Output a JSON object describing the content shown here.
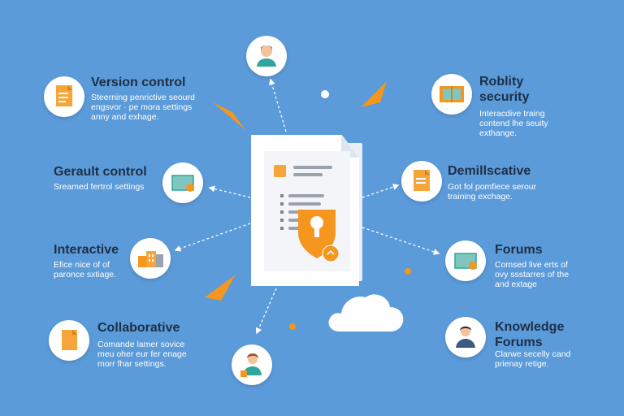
{
  "colors": {
    "background": "#5b9bd9",
    "accent": "#f5961e",
    "title": "#1e2f46",
    "text": "#ffffff",
    "node": "#ffffff"
  },
  "left": [
    {
      "icon": "document-icon",
      "title": "Version control",
      "body": "Steerning penrictive seourd\nengsvor · pe mora settings\nanny and exhage."
    },
    {
      "icon": "screen-icon",
      "title": "Gerault control",
      "body": "Sreamed fertrol settings"
    },
    {
      "icon": "building-icon",
      "title": "Interactive",
      "body": "Efice nice of of\nparonce sxtiage."
    },
    {
      "icon": "document-icon",
      "title": "Collaborative",
      "body": "Comande lamer sovice\nmeu oher eur fer enage\nmorr fhar settings."
    }
  ],
  "right": [
    {
      "icon": "book-icon",
      "title": "Roblity\nsecurity",
      "body": "Interacdive traing\ncontend lhe seuity\nexthange."
    },
    {
      "icon": "document-icon",
      "title": "Demillscative",
      "body": "Got fol pomfiece serour\ntraining exchage."
    },
    {
      "icon": "screen-icon",
      "title": "Forums",
      "body": "Comsed live erts of\novy ssstarres of the\nand extage"
    },
    {
      "icon": "person-icon",
      "title": "Knowledge\nForums",
      "body": "Clarwe secelly cand\nprienay retige."
    }
  ],
  "top_node": {
    "icon": "person-icon"
  },
  "bottom_node": {
    "icon": "person-waving-icon"
  },
  "center": {
    "icon": "shield-lock-icon"
  }
}
